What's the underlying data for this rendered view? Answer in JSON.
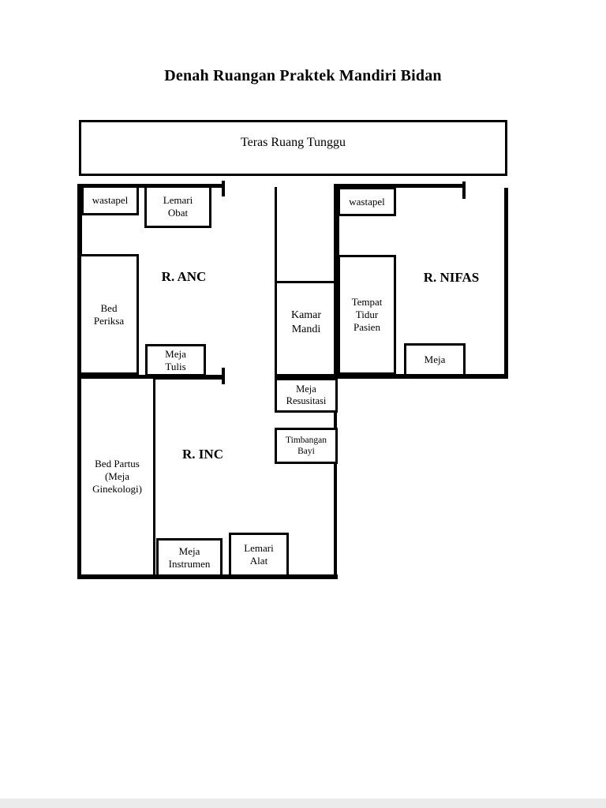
{
  "title": "Denah Ruangan Praktek Mandiri Bidan",
  "teras": {
    "label": "Teras Ruang Tunggu"
  },
  "rooms": {
    "anc": {
      "name": "R. ANC",
      "furniture": {
        "wastapel": "wastapel",
        "lemari_obat": "Lemari\nObat",
        "bed_periksa": "Bed\nPeriksa",
        "meja_tulis": "Meja\nTulis"
      }
    },
    "kamar_mandi": {
      "name": "Kamar\nMandi"
    },
    "nifas": {
      "name": "R. NIFAS",
      "furniture": {
        "wastapel": "wastapel",
        "tempat_tidur_pasien": "Tempat\nTidur\nPasien",
        "meja": "Meja"
      }
    },
    "inc": {
      "name": "R. INC",
      "furniture": {
        "bed_partus": "Bed Partus\n(Meja\nGinekologi)",
        "meja_resusitasi": "Meja\nResusitasi",
        "timbangan_bayi": "Timbangan\nBayi",
        "meja_instrumen": "Meja\nInstrumen",
        "lemari_alat": "Lemari\nAlat"
      }
    }
  },
  "colors": {
    "wall": "#000000",
    "background": "#ffffff",
    "page_edge": "#ebebeb"
  }
}
